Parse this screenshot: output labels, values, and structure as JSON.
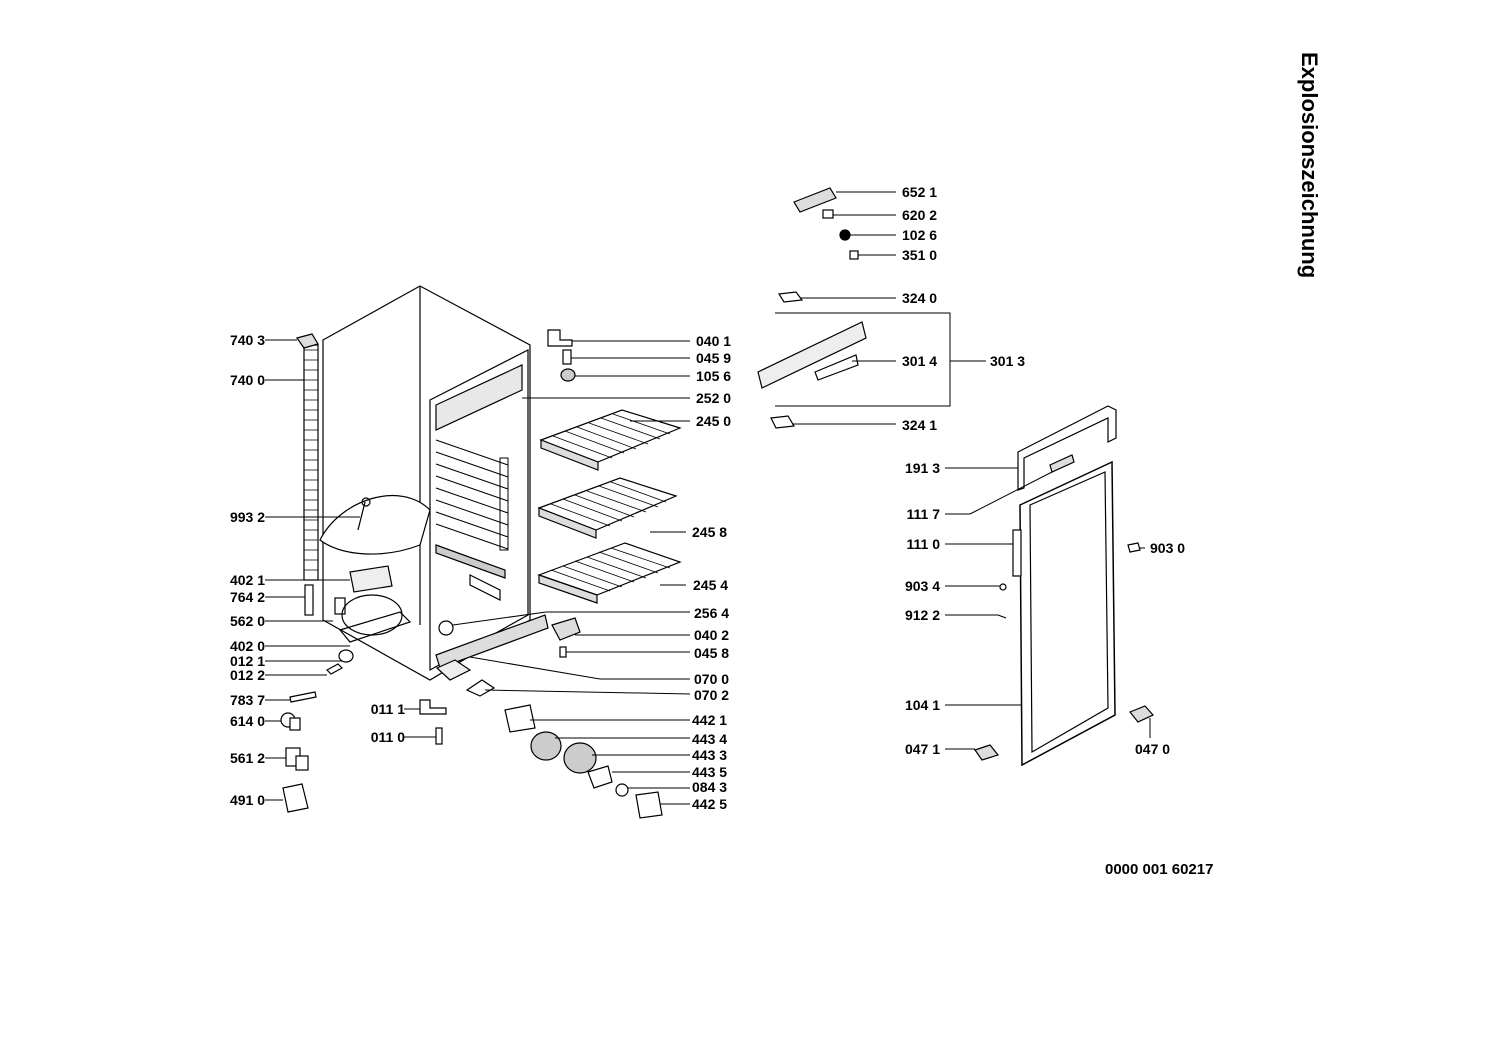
{
  "title": "Explosionszeichnung",
  "document_number": "0000 001 60217",
  "labels": [
    "740 3",
    "740 0",
    "993 2",
    "402 1",
    "764 2",
    "562 0",
    "402 0",
    "012 1",
    "012 2",
    "783 7",
    "614 0",
    "561 2",
    "491 0",
    "011 1",
    "011 0",
    "040 1",
    "045 9",
    "105 6",
    "252 0",
    "245 0",
    "245 8",
    "245 4",
    "256 4",
    "040 2",
    "045 8",
    "070 0",
    "070 2",
    "442 1",
    "443 4",
    "443 3",
    "443 5",
    "084 3",
    "442 5",
    "652 1",
    "620 2",
    "102 6",
    "351 0",
    "324 0",
    "301 4",
    "301 3",
    "324 1",
    "191 3",
    "111 7",
    "111 0",
    "903 0",
    "903 4",
    "912 2",
    "104 1",
    "047 1",
    "047 0"
  ]
}
